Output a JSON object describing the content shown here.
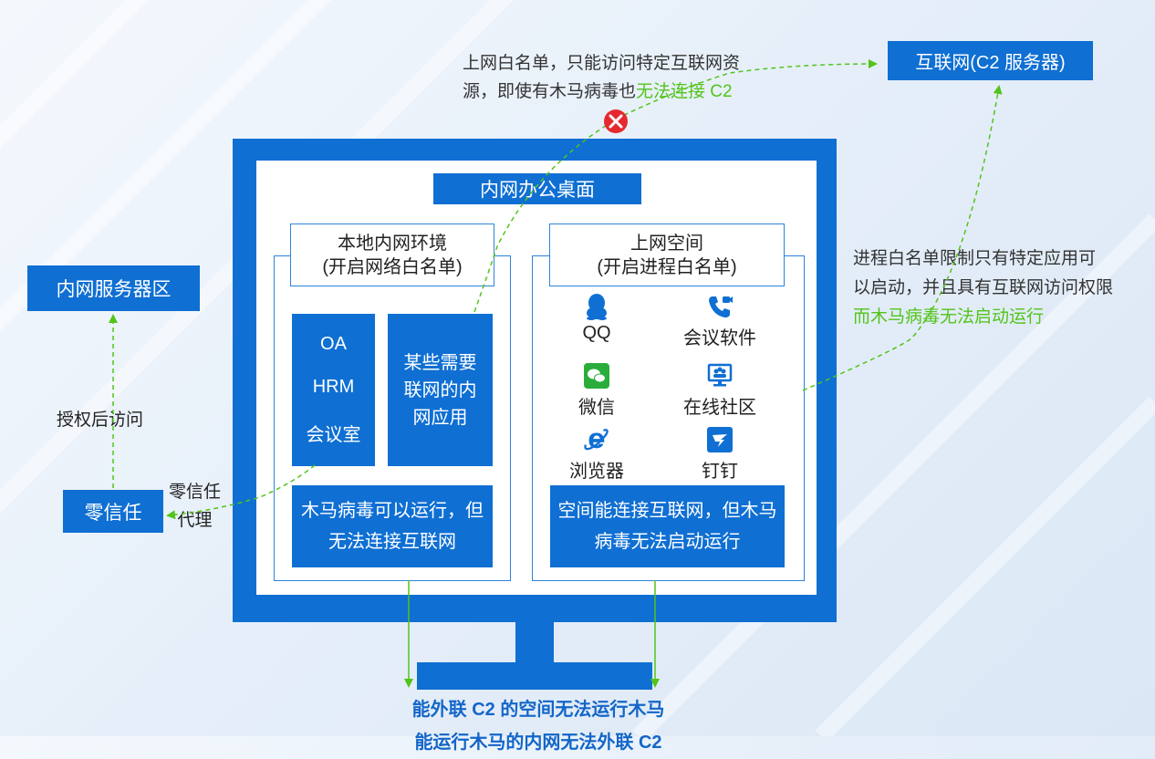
{
  "colors": {
    "primary_blue": "#0f6fd3",
    "green": "#52c41a",
    "danger_red": "#e5292f"
  },
  "internet_box": "互联网(C2 服务器)",
  "whitelist_note": {
    "line1": "上网白名单，只能访问特定互联网资",
    "line2_prefix": "源，即使有木马病毒也",
    "line2_green": "无法连接 C2"
  },
  "monitor": {
    "title": "内网办公桌面",
    "left_panel": {
      "title_line1": "本地内网环境",
      "title_line2": "(开启网络白名单)",
      "apps": [
        "OA",
        "HRM",
        "会议室"
      ],
      "some_apps": [
        "某些需要",
        "联网的内",
        "网应用"
      ],
      "bottom": [
        "木马病毒可以运行，但",
        "无法连接互联网"
      ]
    },
    "right_panel": {
      "title_line1": "上网空间",
      "title_line2": "(开启进程白名单)",
      "apps": [
        {
          "name": "QQ",
          "icon": "qq-icon"
        },
        {
          "name": "会议软件",
          "icon": "phone-icon"
        },
        {
          "name": "微信",
          "icon": "wechat-icon"
        },
        {
          "name": "在线社区",
          "icon": "community-icon"
        },
        {
          "name": "浏览器",
          "icon": "ie-browser-icon"
        },
        {
          "name": "钉钉",
          "icon": "dingtalk-icon"
        }
      ],
      "bottom": [
        "空间能连接互联网，但木马",
        "病毒无法启动运行"
      ]
    }
  },
  "intranet_server": "内网服务器区",
  "authorized_access": "授权后访问",
  "zero_trust": "零信任",
  "zero_trust_proxy": [
    "零信任",
    "代理"
  ],
  "process_note": {
    "line1": "进程白名单限制只有特定应用可",
    "line2": "以启动，并且具有互联网访问权限",
    "line3_green": "而木马病毒无法启动运行"
  },
  "conclusion": {
    "line1": "能外联 C2 的空间无法运行木马",
    "line2": "能运行木马的内网无法外联 C2"
  }
}
